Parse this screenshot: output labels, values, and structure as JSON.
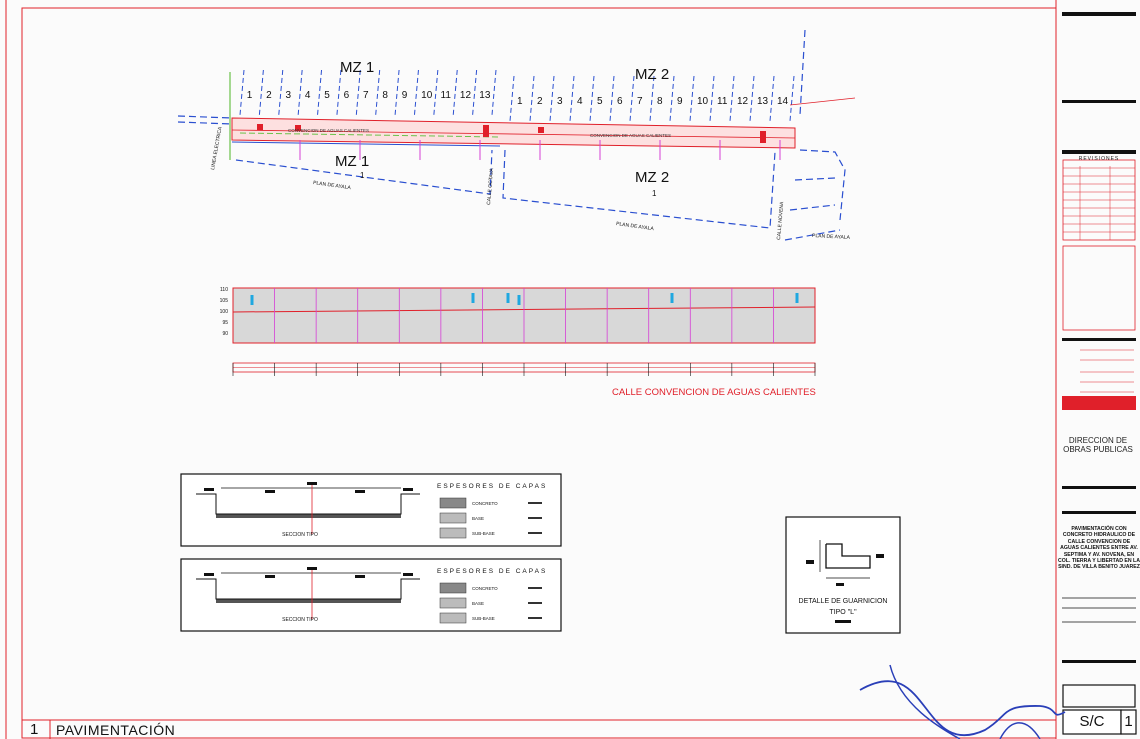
{
  "plan": {
    "block1_top": "MZ 1",
    "block2_top": "MZ 2",
    "block1_bottom": "MZ 1",
    "block2_bottom": "MZ 2",
    "block1_lot": "1",
    "block2_lot": "1",
    "lots_block1": [
      "1",
      "2",
      "3",
      "4",
      "5",
      "6",
      "7",
      "8",
      "9",
      "10",
      "11",
      "12",
      "13"
    ],
    "lots_block2": [
      "1",
      "2",
      "3",
      "4",
      "5",
      "6",
      "7",
      "8",
      "9",
      "10",
      "11",
      "12",
      "13",
      "14"
    ],
    "street_main": "CONVENCION DE AGUAS CALIENTES",
    "street_left": "LINEA ELECTRICA",
    "street_mid": "CALLE OCTAVA",
    "street_right": "CALLE NOVENA",
    "plan_label_1": "PLAN DE AYALA",
    "plan_label_2": "PLAN DE AYALA",
    "plan_label_3": "PLAN DE AYALA"
  },
  "profile": {
    "y_ticks": [
      "110",
      "105",
      "100",
      "95",
      "90"
    ],
    "caption": "CALLE CONVENCION DE AGUAS CALIENTES"
  },
  "sections": {
    "legend_title": "ESPESORES DE CAPAS",
    "layers": [
      "CONCRETO",
      "BASE",
      "SUB-BASE"
    ],
    "section_caption": "SECCION TIPO"
  },
  "detail": {
    "title": "DETALLE DE GUARNICION",
    "subtitle": "TIPO \"L\""
  },
  "title_block": {
    "revisions": "REVISIONES",
    "agency": "DIRECCION DE OBRAS PUBLICAS",
    "project": "PAVIMENTACIÓN CON CONCRETO HIDRAULICO DE CALLE CONVENCION DE AGUAS CALIENTES ENTRE AV. SEPTIMA Y AV. NOVENA, EN COL. TIERRA Y LIBERTAD EN LA SIND. DE VILLA BENITO JUAREZ",
    "sheet_code": "S/C",
    "sheet_num": "1"
  },
  "footer": {
    "number": "1",
    "title": "PAVIMENTACIÓN"
  },
  "colors": {
    "accent_red": "#e0202a",
    "magenta": "#d63fd6",
    "blue": "#2a4fd0",
    "cyan": "#20a8e0"
  }
}
